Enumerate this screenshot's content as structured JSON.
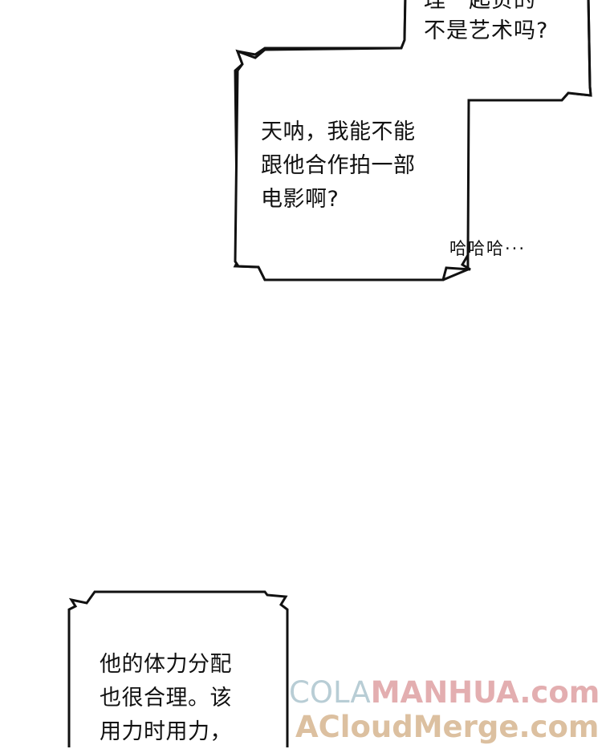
{
  "bubble_top": {
    "lines": [
      "理一起负的",
      "不是艺术吗?"
    ]
  },
  "bubble_middle": {
    "lines": [
      "天呐，我能不能",
      "跟他合作拍一部",
      "电影啊?"
    ],
    "aside": "哈哈哈···"
  },
  "bubble_bottom": {
    "lines": [
      "他的体力分配",
      "也很合理。该",
      "用力时用力，"
    ]
  },
  "watermark": {
    "line1_part1": "COLA",
    "line1_part2": "MANHUA.com",
    "line2": "ACloudMerge.com"
  },
  "colors": {
    "background": "#ffffff",
    "ink": "#111111",
    "watermark_blue": "#b8cdd5",
    "watermark_pink": "#e3aeb0",
    "watermark_tan": "#dcc0a0"
  }
}
